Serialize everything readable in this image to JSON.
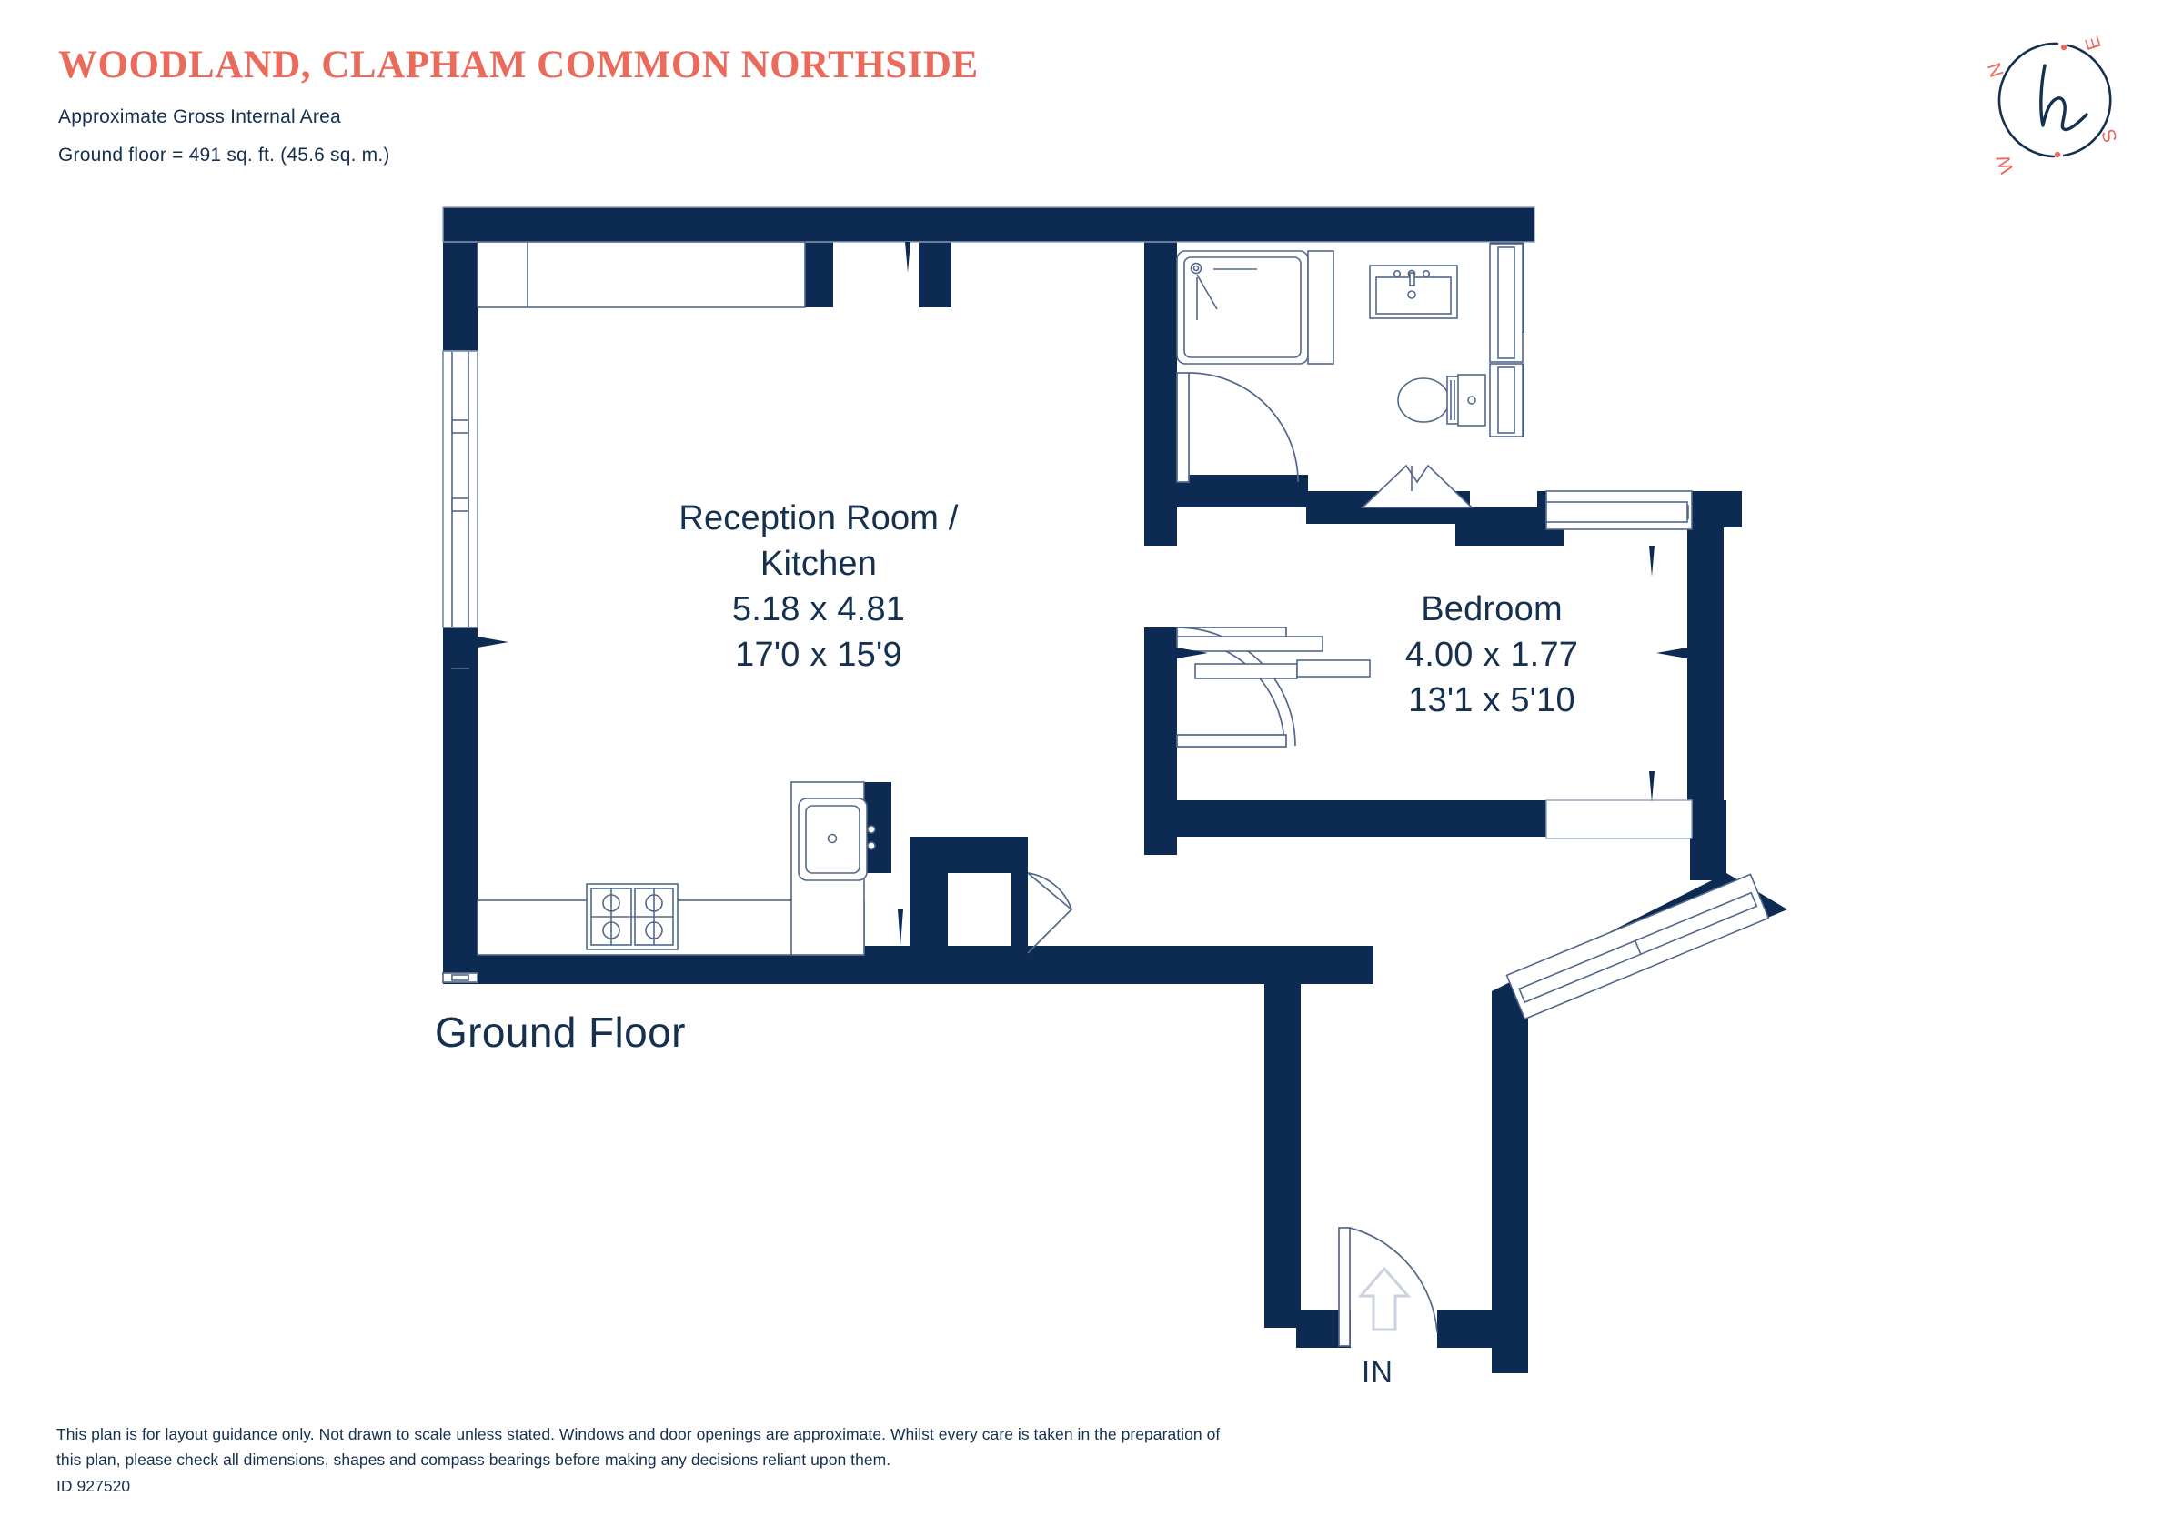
{
  "header": {
    "title": "WOODLAND, CLAPHAM COMMON NORTHSIDE",
    "subtitle": "Approximate Gross Internal Area",
    "area_line": "Ground floor = 491 sq. ft. (45.6 sq. m.)"
  },
  "compass": {
    "north": "N",
    "east": "E",
    "south": "S",
    "west": "W",
    "monogram": "h"
  },
  "floor": {
    "label": "Ground Floor"
  },
  "entrance": {
    "label": "IN"
  },
  "rooms": [
    {
      "id": "reception",
      "name_line1": "Reception Room /",
      "name_line2": "Kitchen",
      "metric": "5.18 x 4.81",
      "imperial": "17'0 x 15'9"
    },
    {
      "id": "bedroom",
      "name_line1": "Bedroom",
      "name_line2": "",
      "metric": "4.00 x 1.77",
      "imperial": "13'1 x 5'10"
    }
  ],
  "fixtures": [
    {
      "name": "shower-enclosure"
    },
    {
      "name": "wash-basin"
    },
    {
      "name": "toilet"
    },
    {
      "name": "kitchen-sink"
    },
    {
      "name": "hob-four-burner"
    },
    {
      "name": "entrance-door"
    },
    {
      "name": "bathroom-door"
    },
    {
      "name": "bedroom-door"
    },
    {
      "name": "cupboard-door"
    },
    {
      "name": "bay-window-left"
    },
    {
      "name": "bedroom-window"
    },
    {
      "name": "angled-window"
    }
  ],
  "footer": {
    "line1": "This plan is for layout guidance only. Not drawn to scale unless stated. Windows and door openings are approximate. Whilst every care is taken",
    "line2": "in the preparation of this plan, please check all dimensions, shapes and compass bearings before making any decisions reliant upon them.",
    "id": "ID 927520"
  },
  "colors": {
    "wall": "#0d2a52",
    "accent": "#ea6a5c",
    "text": "#16304f",
    "line": "#53688a",
    "background": "#ffffff"
  }
}
